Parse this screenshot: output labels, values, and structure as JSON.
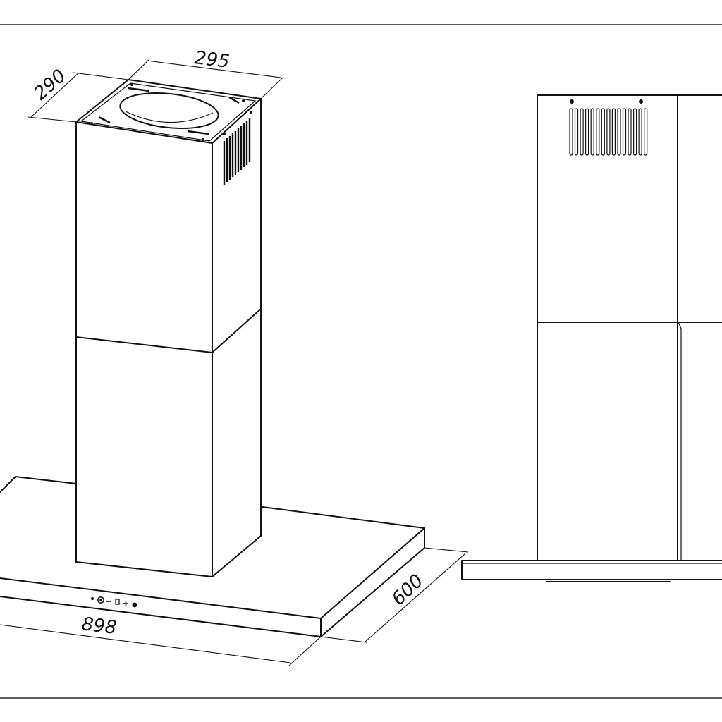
{
  "dimensions": {
    "width": "295",
    "depth": "290",
    "canopy_width": "898",
    "canopy_depth": "600"
  },
  "control_panel": {
    "icons": [
      "led-dot-icon",
      "power-icon",
      "minus-icon",
      "light-icon",
      "plus-icon",
      "timer-icon"
    ],
    "symbols": [
      "•",
      "●",
      "–",
      "□",
      "+",
      "●"
    ]
  },
  "colors": {
    "line": "#111111",
    "background": "#ffffff"
  }
}
